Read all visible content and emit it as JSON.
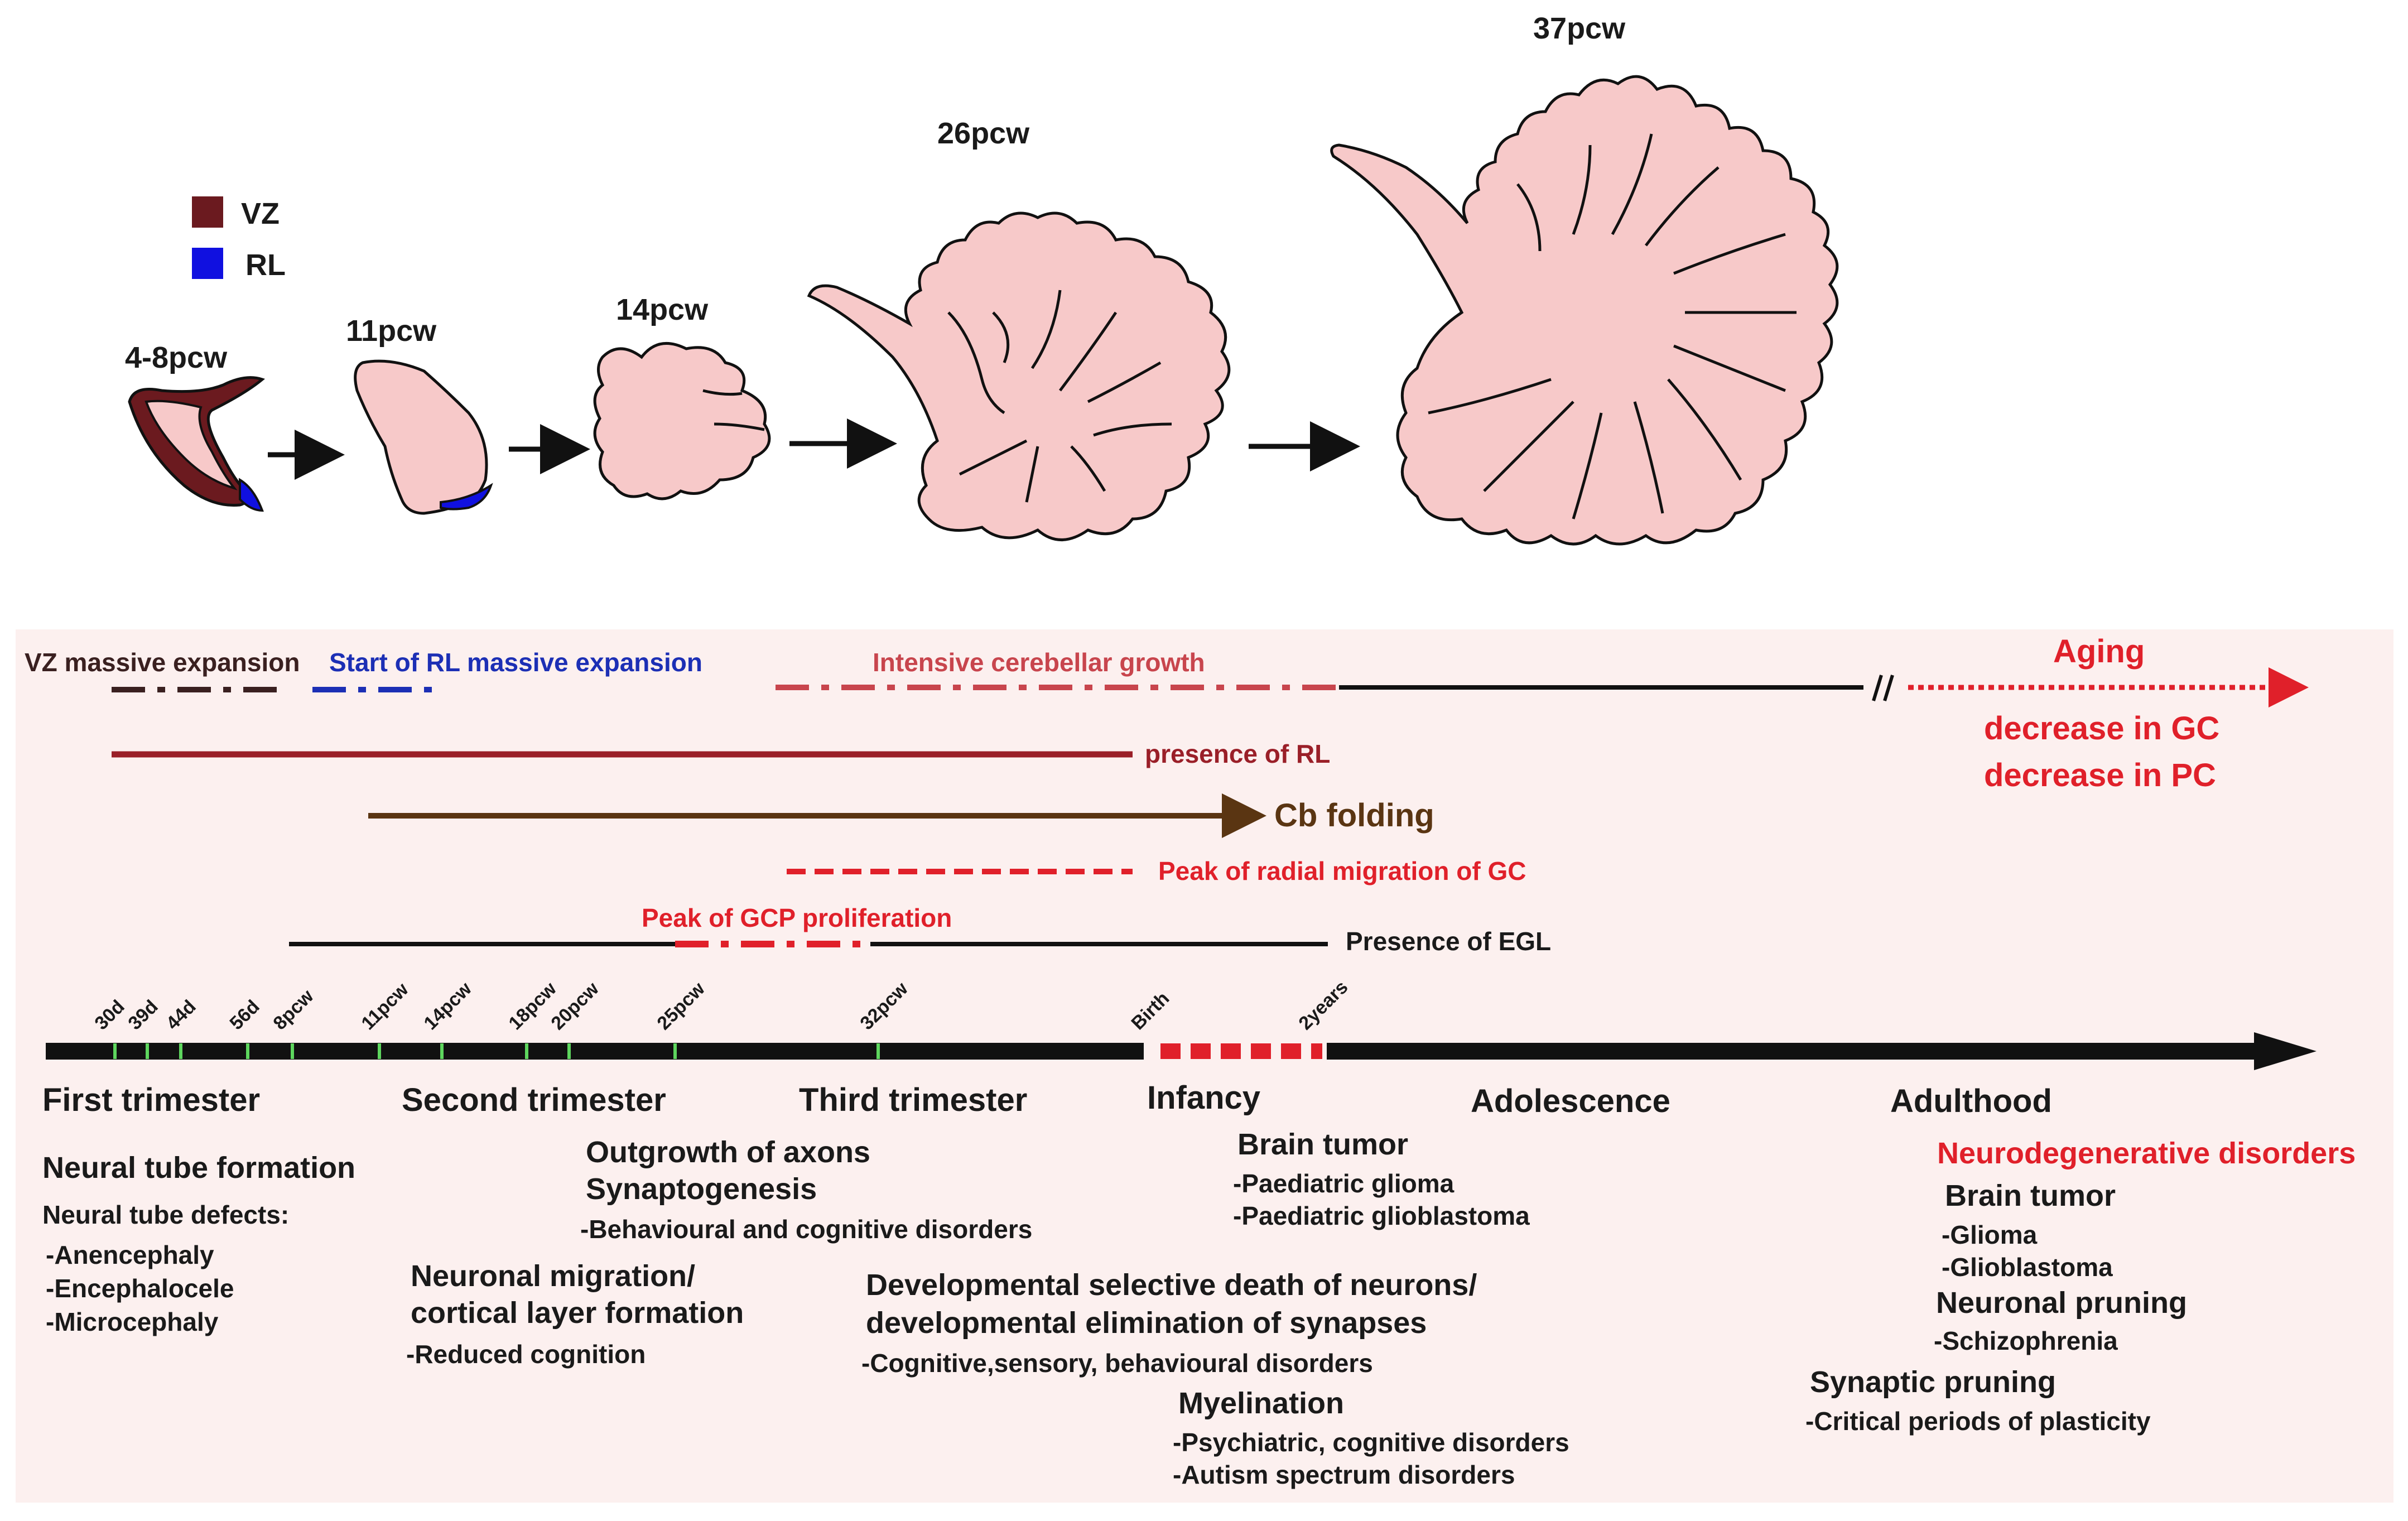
{
  "legend": [
    {
      "label": "VZ",
      "color": "#6b1a1f"
    },
    {
      "label": "RL",
      "color": "#1010e0"
    }
  ],
  "stages": [
    "4-8pcw",
    "11pcw",
    "14pcw",
    "26pcw",
    "37pcw"
  ],
  "colors": {
    "cerebellum_fill": "#f7c9c9",
    "vz": "#6b1a1f",
    "rl": "#1010e0",
    "panel_bg": "#fcf0ef",
    "accent_red": "#e0202a"
  },
  "bars": {
    "vz_expansion": "VZ massive expansion",
    "rl_expansion": "Start of RL massive expansion",
    "cerebellar_growth": "Intensive cerebellar growth",
    "aging": "Aging",
    "aging_gc": "decrease in GC",
    "aging_pc": "decrease in PC",
    "presence_rl": "presence of RL",
    "cb_folding": "Cb folding",
    "radial_migration": "Peak of radial migration of GC",
    "gcp_proliferation": "Peak of GCP proliferation",
    "presence_egl": "Presence of EGL"
  },
  "ticks": [
    "30d",
    "39d",
    "44d",
    "56d",
    "8pcw",
    "11pcw",
    "14pcw",
    "18pcw",
    "20pcw",
    "25pcw",
    "32pcw",
    "Birth",
    "2years"
  ],
  "periods": [
    "First trimester",
    "Second trimester",
    "Third trimester",
    "Infancy",
    "Adolescence",
    "Adulthood"
  ],
  "events": {
    "neural_tube_formation": "Neural tube formation",
    "neural_tube_defects": "Neural tube defects:",
    "defects": [
      "-Anencephaly",
      "-Encephalocele",
      "-Microcephaly"
    ],
    "outgrowth": "Outgrowth of axons",
    "synaptogenesis": "Synaptogenesis",
    "behavioural": "-Behavioural and cognitive disorders",
    "neuronal_migration_1": "Neuronal migration/",
    "neuronal_migration_2": "cortical layer formation",
    "reduced_cognition": "-Reduced cognition",
    "dev_death_1": "Developmental selective death of neurons/",
    "dev_death_2": "developmental elimination of synapses",
    "cognitive_sensory": "-Cognitive,sensory, behavioural disorders",
    "brain_tumor_infancy": "Brain tumor",
    "paediatric_glioma": "-Paediatric glioma",
    "paediatric_glioblastoma": "-Paediatric glioblastoma",
    "myelination": "Myelination",
    "psychiatric": "-Psychiatric, cognitive disorders",
    "autism": "-Autism spectrum disorders",
    "neurodegenerative": "Neurodegenerative disorders",
    "brain_tumor_adult": "Brain tumor",
    "glioma": "-Glioma",
    "glioblastoma": "-Glioblastoma",
    "neuronal_pruning": "Neuronal pruning",
    "schizophrenia": "-Schizophrenia",
    "synaptic_pruning": "Synaptic pruning",
    "critical_periods": "-Critical periods of plasticity"
  }
}
